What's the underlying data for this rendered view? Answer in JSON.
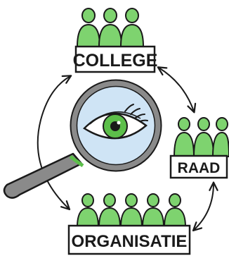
{
  "groups": {
    "college": {
      "label": "COLLEGE",
      "people": 3
    },
    "raad": {
      "label": "RAAD",
      "people": 3
    },
    "organisatie": {
      "label": "ORGANISATIE",
      "people": 5
    }
  },
  "colors": {
    "person_green": "#7ed36f",
    "outline": "#1a1a1a",
    "lens_blue": "#cfe4f5",
    "handle_gray": "#8a8a8a",
    "iris_green": "#5cbf4a"
  },
  "icons": {
    "center": "magnifying-glass-eye-icon",
    "arrows": "cycle-arrows"
  }
}
